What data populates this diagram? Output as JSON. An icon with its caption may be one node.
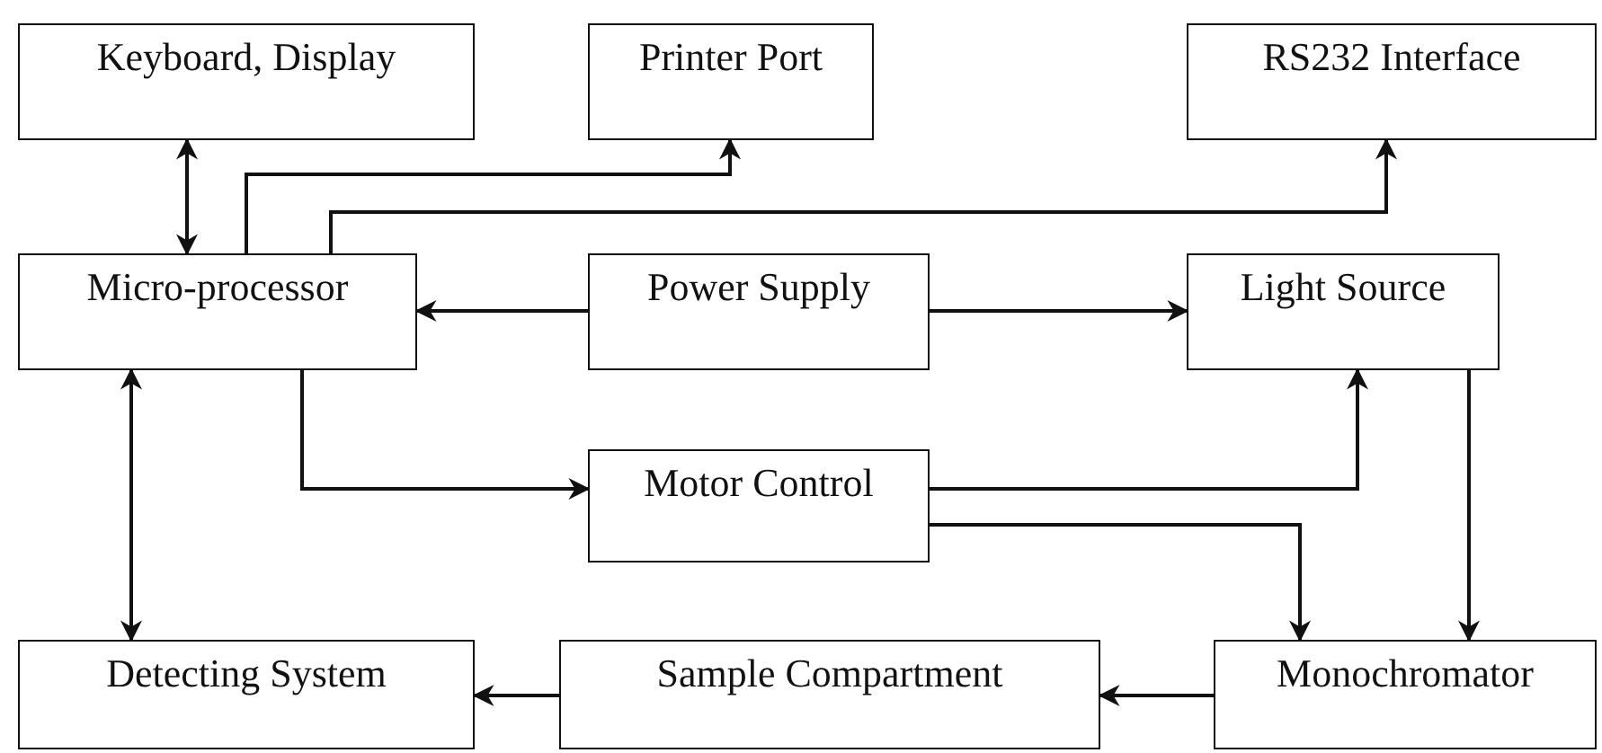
{
  "diagram": {
    "nodes": [
      {
        "text": [
          "Keyboard, Display"
        ]
      },
      {
        "text": [
          "Printer Port"
        ]
      },
      {
        "text": [
          "RS232 Interface"
        ]
      },
      {
        "text": [
          "Micro-processor"
        ]
      },
      {
        "text": [
          "Power Supply"
        ]
      },
      {
        "text": [
          "Light Source"
        ]
      },
      {
        "text": [
          "Motor Control"
        ]
      },
      {
        "text": [
          "Detecting System"
        ]
      },
      {
        "text": [
          "Sample Compartment"
        ]
      },
      {
        "text": [
          "Monochromator"
        ]
      }
    ],
    "edges": [
      {
        "from": 0,
        "to": 3,
        "arrow": "both"
      },
      {
        "from": 3,
        "to": 1,
        "arrow": "to"
      },
      {
        "from": 3,
        "to": 2,
        "arrow": "to"
      },
      {
        "from": 4,
        "to": 3,
        "arrow": "to"
      },
      {
        "from": 4,
        "to": 5,
        "arrow": "to"
      },
      {
        "from": 3,
        "to": 6,
        "arrow": "to"
      },
      {
        "from": 3,
        "to": 7,
        "arrow": "both"
      },
      {
        "from": 6,
        "to": 5,
        "arrow": "to"
      },
      {
        "from": 6,
        "to": 9,
        "arrow": "to"
      },
      {
        "from": 5,
        "to": 9,
        "arrow": "to"
      },
      {
        "from": 9,
        "to": 8,
        "arrow": "to"
      },
      {
        "from": 8,
        "to": 7,
        "arrow": "to"
      }
    ]
  }
}
